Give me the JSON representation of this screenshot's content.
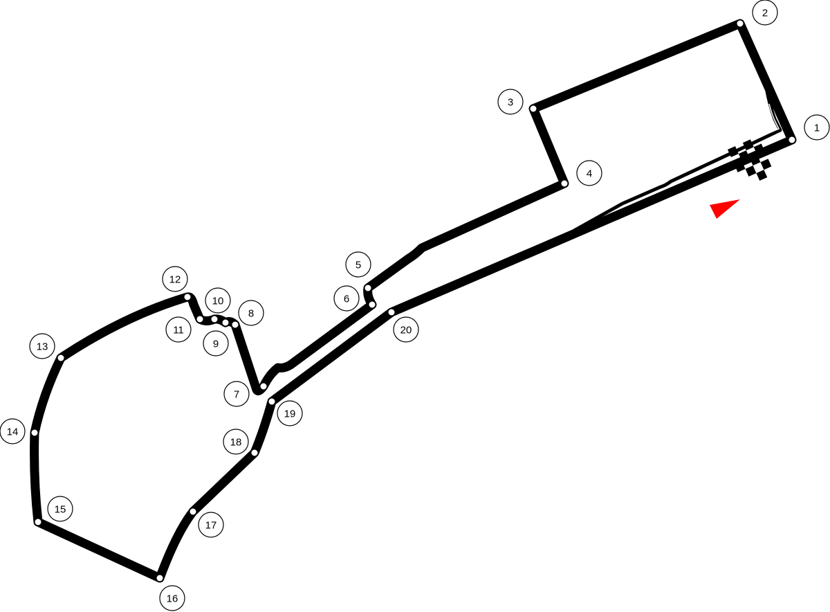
{
  "diagram": {
    "type": "race-circuit-map",
    "colors": {
      "track": "#000000",
      "apex_marker": "#ffffff",
      "start_arrow": "#ff0000",
      "background": "#ffffff"
    },
    "corners": [
      {
        "number": "1",
        "apex": [
          1145,
          202
        ],
        "label": [
          1181,
          184
        ]
      },
      {
        "number": "2",
        "apex": [
          1070,
          34
        ],
        "label": [
          1106,
          18
        ]
      },
      {
        "number": "3",
        "apex": [
          771,
          157
        ],
        "label": [
          738,
          147
        ]
      },
      {
        "number": "4",
        "apex": [
          816,
          265
        ],
        "label": [
          852,
          250
        ]
      },
      {
        "number": "5",
        "apex": [
          532,
          416
        ],
        "label": [
          518,
          382
        ]
      },
      {
        "number": "6",
        "apex": [
          538,
          440
        ],
        "label": [
          501,
          431
        ]
      },
      {
        "number": "7",
        "apex": [
          381,
          558
        ],
        "label": [
          342,
          569
        ]
      },
      {
        "number": "8",
        "apex": [
          340,
          469
        ],
        "label": [
          363,
          452
        ]
      },
      {
        "number": "9",
        "apex": [
          326,
          466
        ],
        "label": [
          312,
          496
        ]
      },
      {
        "number": "10",
        "apex": [
          310,
          461
        ],
        "label": [
          315,
          434
        ]
      },
      {
        "number": "11",
        "apex": [
          289,
          461
        ],
        "label": [
          258,
          476
        ]
      },
      {
        "number": "12",
        "apex": [
          271,
          429
        ],
        "label": [
          253,
          403
        ]
      },
      {
        "number": "13",
        "apex": [
          88,
          517
        ],
        "label": [
          61,
          500
        ]
      },
      {
        "number": "14",
        "apex": [
          50,
          625
        ],
        "label": [
          18,
          623
        ]
      },
      {
        "number": "15",
        "apex": [
          55,
          754
        ],
        "label": [
          87,
          735
        ]
      },
      {
        "number": "16",
        "apex": [
          231,
          835
        ],
        "label": [
          249,
          864
        ]
      },
      {
        "number": "17",
        "apex": [
          279,
          739
        ],
        "label": [
          305,
          758
        ]
      },
      {
        "number": "18",
        "apex": [
          368,
          654
        ],
        "label": [
          341,
          638
        ]
      },
      {
        "number": "19",
        "apex": [
          393,
          580
        ],
        "label": [
          419,
          597
        ]
      },
      {
        "number": "20",
        "apex": [
          566,
          451
        ],
        "label": [
          587,
          476
        ]
      }
    ],
    "start_finish": {
      "icon": "checkered-flag",
      "direction_arrow": "red-triangle-arrow"
    }
  }
}
